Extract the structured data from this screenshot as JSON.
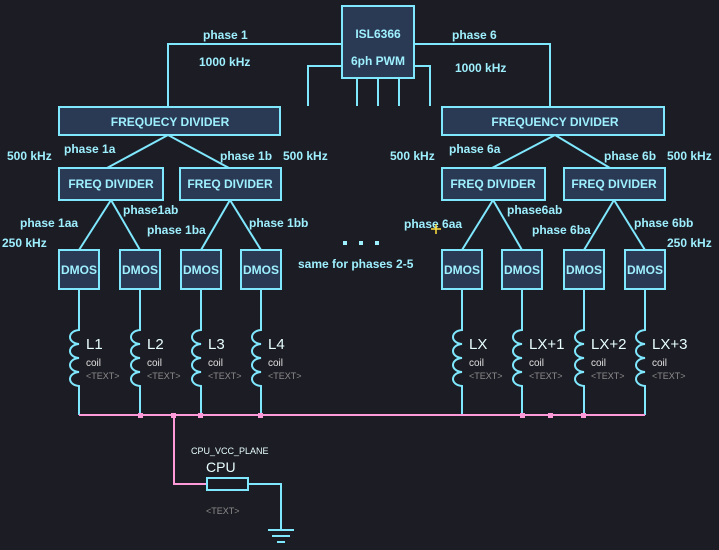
{
  "controller": {
    "name": "ISL6366",
    "mode": "6ph PWM"
  },
  "labels": {
    "phase1": "phase 1",
    "phase6": "phase 6",
    "freq1000": "1000 kHz",
    "freq500": "500 kHz",
    "freq250": "250 kHz",
    "phase1a": "phase 1a",
    "phase1b": "phase 1b",
    "phase6a": "phase 6a",
    "phase6b": "phase 6b",
    "phase1aa": "phase 1aa",
    "phase1ab": "phase1ab",
    "phase1ba": "phase 1ba",
    "phase1bb": "phase 1bb",
    "phase6aa": "phase 6aa",
    "phase6ab": "phase6ab",
    "phase6ba": "phase 6ba",
    "phase6bb": "phase 6bb",
    "note": "same for phases 2-5"
  },
  "blocks": {
    "divider_left": "FREQUECY DIVIDER",
    "divider_right": "FREQUENCY DIVIDER",
    "freq_divider": "FREQ DIVIDER",
    "dmos": "DMOS"
  },
  "coils": [
    {
      "name": "L1",
      "sub": "coil",
      "text": "<TEXT>"
    },
    {
      "name": "L2",
      "sub": "coil",
      "text": "<TEXT>"
    },
    {
      "name": "L3",
      "sub": "coil",
      "text": "<TEXT>"
    },
    {
      "name": "L4",
      "sub": "coil",
      "text": "<TEXT>"
    },
    {
      "name": "LX",
      "sub": "coil",
      "text": "<TEXT>"
    },
    {
      "name": "LX+1",
      "sub": "coil",
      "text": "<TEXT>"
    },
    {
      "name": "LX+2",
      "sub": "coil",
      "text": "<TEXT>"
    },
    {
      "name": "LX+3",
      "sub": "coil",
      "text": "<TEXT>"
    }
  ],
  "cpu": {
    "plane": "CPU_VCC_PLANE",
    "label": "CPU",
    "text": "<TEXT>"
  },
  "colors": {
    "background": "#1c1c24",
    "wire": "#7fe8ff",
    "bus": "#ff9ad8",
    "box_fill": "#2a3a55"
  }
}
